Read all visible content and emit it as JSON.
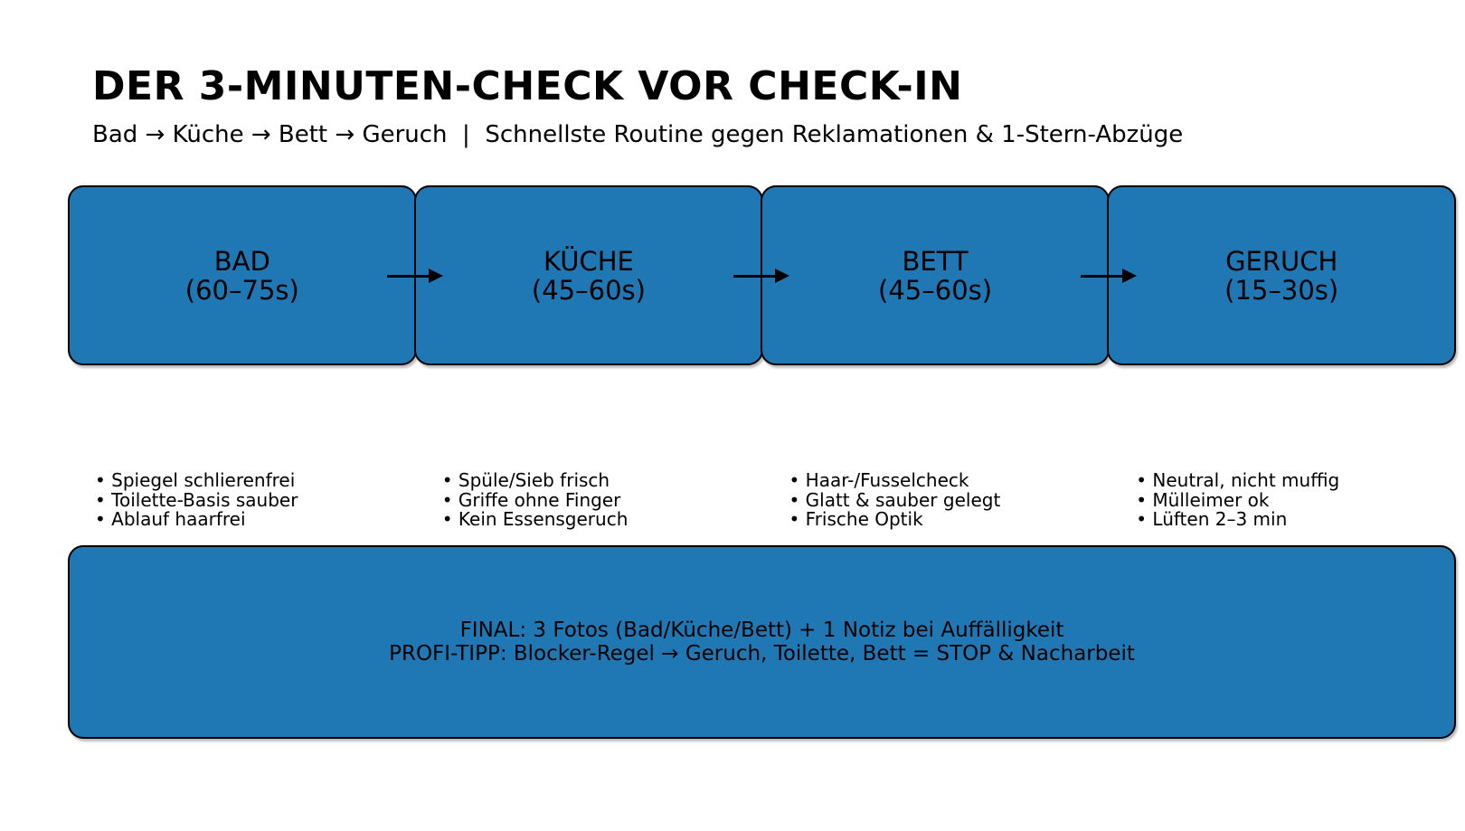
{
  "header": {
    "title": "DER 3-MINUTEN-CHECK VOR CHECK-IN",
    "subtitle": "Bad → Küche → Bett → Geruch  |  Schnellste Routine gegen Reklamationen & 1-Stern-Abzüge"
  },
  "colors": {
    "box_fill": "#1f77b4",
    "box_border": "#000000",
    "text": "#000000",
    "background": "#ffffff"
  },
  "flow": {
    "steps": [
      {
        "name": "BAD",
        "duration": "(60–75s)",
        "checklist": [
          "• Spiegel schlierenfrei",
          "• Toilette-Basis sauber",
          "• Ablauf haarfrei"
        ]
      },
      {
        "name": "KÜCHE",
        "duration": "(45–60s)",
        "checklist": [
          "• Spüle/Sieb frisch",
          "• Griffe ohne Finger",
          "• Kein Essensgeruch"
        ]
      },
      {
        "name": "BETT",
        "duration": "(45–60s)",
        "checklist": [
          "• Haar-/Fusselcheck",
          "• Glatt & sauber gelegt",
          "• Frische Optik"
        ]
      },
      {
        "name": "GERUCH",
        "duration": "(15–30s)",
        "checklist": [
          "• Neutral, nicht muffig",
          "• Mülleimer ok",
          "• Lüften 2–3 min"
        ]
      }
    ]
  },
  "footer": {
    "line1": "FINAL: 3 Fotos (Bad/Küche/Bett) + 1 Notiz bei Auffälligkeit",
    "line2": "PROFI-TIPP: Blocker-Regel → Geruch, Toilette, Bett = STOP & Nacharbeit"
  }
}
